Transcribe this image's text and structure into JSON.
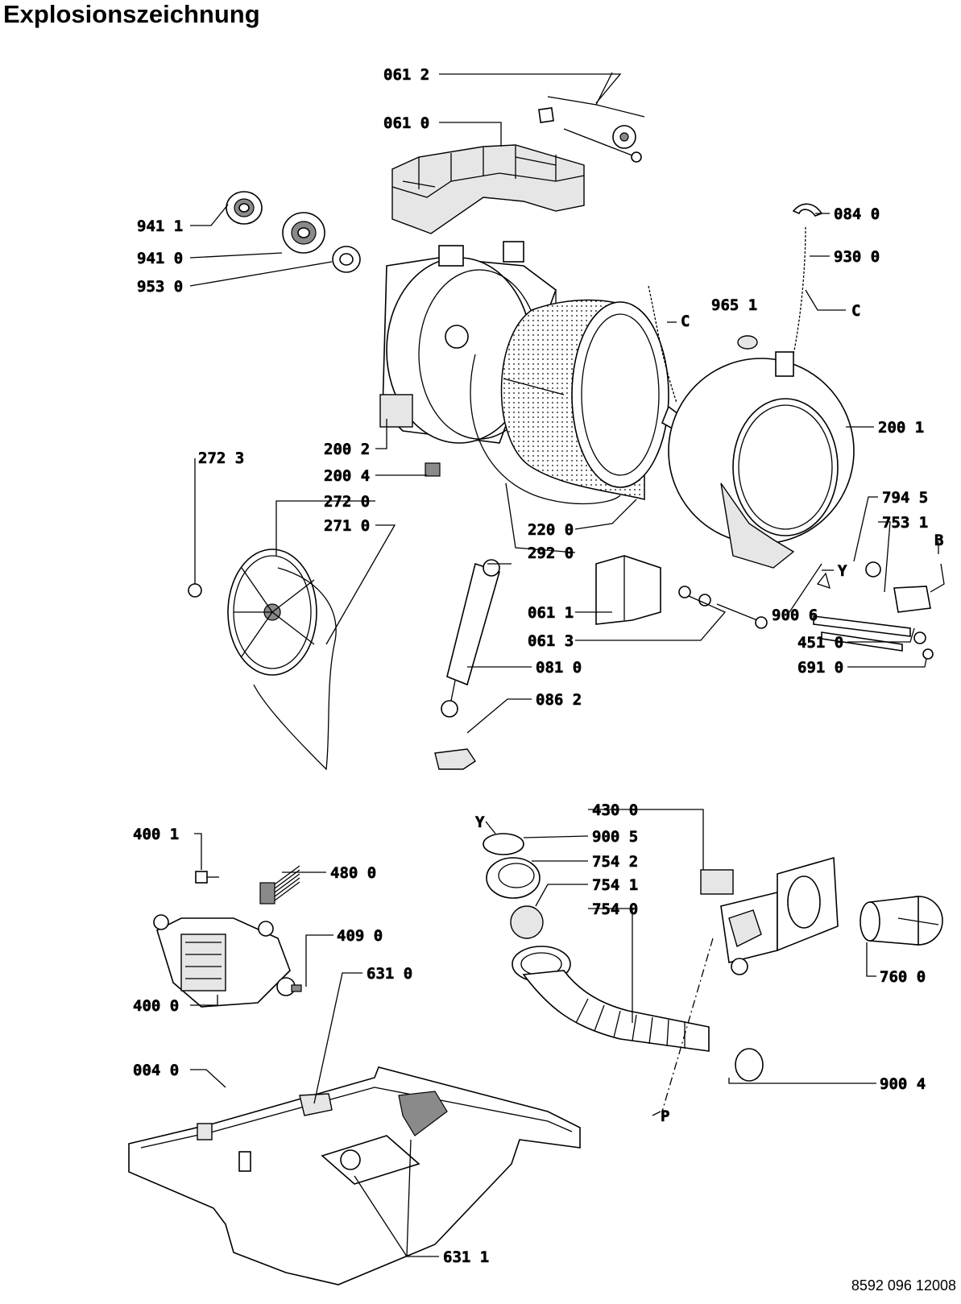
{
  "title": "Explosionszeichnung",
  "document_number": "8592 096 12008",
  "labels": {
    "p0612": "061 2",
    "p0610": "061 0",
    "p9411": "941 1",
    "p9410": "941 0",
    "p9530": "953 0",
    "p0840": "084 0",
    "p9300": "930 0",
    "p9651": "965 1",
    "c1": "C",
    "c2": "C",
    "p2001": "200 1",
    "p2002": "200 2",
    "p2004": "200 4",
    "p2723": "272 3",
    "p2720": "272 0",
    "p2710": "271 0",
    "p2200": "220 0",
    "p2920": "292 0",
    "p7945": "794 5",
    "p7531": "753 1",
    "b": "B",
    "y1": "Y",
    "p0611": "061 1",
    "p9006": "900 6",
    "p0613": "061 3",
    "p4510": "451 0",
    "p0810": "081 0",
    "p6910": "691 0",
    "p0862": "086 2",
    "p4001": "400 1",
    "p4800": "480 0",
    "p4090": "409 0",
    "p4000": "400 0",
    "p6310": "631 0",
    "p0040": "004 0",
    "p6311": "631 1",
    "y2": "Y",
    "p9005": "900 5",
    "p4300": "430 0",
    "p7542": "754 2",
    "p7541": "754 1",
    "p7540": "754 0",
    "p7600": "760 0",
    "p9004": "900 4",
    "p": "P"
  }
}
